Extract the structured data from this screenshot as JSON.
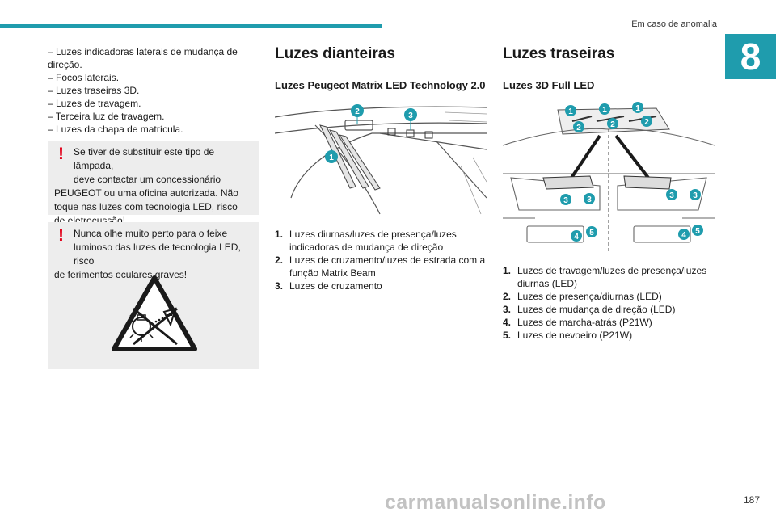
{
  "header": {
    "section_title": "Em caso de anomalia",
    "chapter_number": "8",
    "page_number": "187"
  },
  "col1": {
    "list": [
      "–  Luzes indicadoras laterais de mudança de direção.",
      "–  Focos laterais.",
      "–  Luzes traseiras 3D.",
      "–  Luzes de travagem.",
      "–  Terceira luz de travagem.",
      "–  Luzes da chapa de matrícula."
    ],
    "warning1": {
      "line1": "Se tiver de substituir este tipo de lâmpada,",
      "line2": "deve contactar um concessionário",
      "rest": "PEUGEOT ou uma oficina autorizada. Não toque nas luzes com tecnologia LED, risco de eletrocussão!"
    },
    "warning2": {
      "line1": "Nunca olhe muito perto para o feixe",
      "line2": "luminoso das luzes de tecnologia LED, risco",
      "rest": "de ferimentos oculares graves!"
    }
  },
  "col2": {
    "title": "Luzes dianteiras",
    "subtitle": "Luzes Peugeot Matrix LED Technology 2.0",
    "callouts": [
      "1",
      "2",
      "3"
    ],
    "items": [
      {
        "n": "1.",
        "text": "Luzes diurnas/luzes de presença/luzes indicadoras de mudança de direção"
      },
      {
        "n": "2.",
        "text": "Luzes de cruzamento/luzes de estrada com a função Matrix Beam"
      },
      {
        "n": "3.",
        "text": "Luzes de cruzamento"
      }
    ]
  },
  "col3": {
    "title": "Luzes traseiras",
    "subtitle": "Luzes 3D Full LED",
    "callouts": [
      "1",
      "2",
      "3",
      "4",
      "5"
    ],
    "items": [
      {
        "n": "1.",
        "text": "Luzes de travagem/luzes de presença/luzes diurnas (LED)"
      },
      {
        "n": "2.",
        "text": "Luzes de presença/diurnas (LED)"
      },
      {
        "n": "3.",
        "text": "Luzes de mudança de direção (LED)"
      },
      {
        "n": "4.",
        "text": "Luzes de marcha-atrás (P21W)"
      },
      {
        "n": "5.",
        "text": "Luzes de nevoeiro (P21W)"
      }
    ]
  },
  "watermark": "carmanualsonline.info",
  "colors": {
    "accent": "#1f9cad",
    "warning": "#e2001a",
    "panel": "#ededed"
  }
}
